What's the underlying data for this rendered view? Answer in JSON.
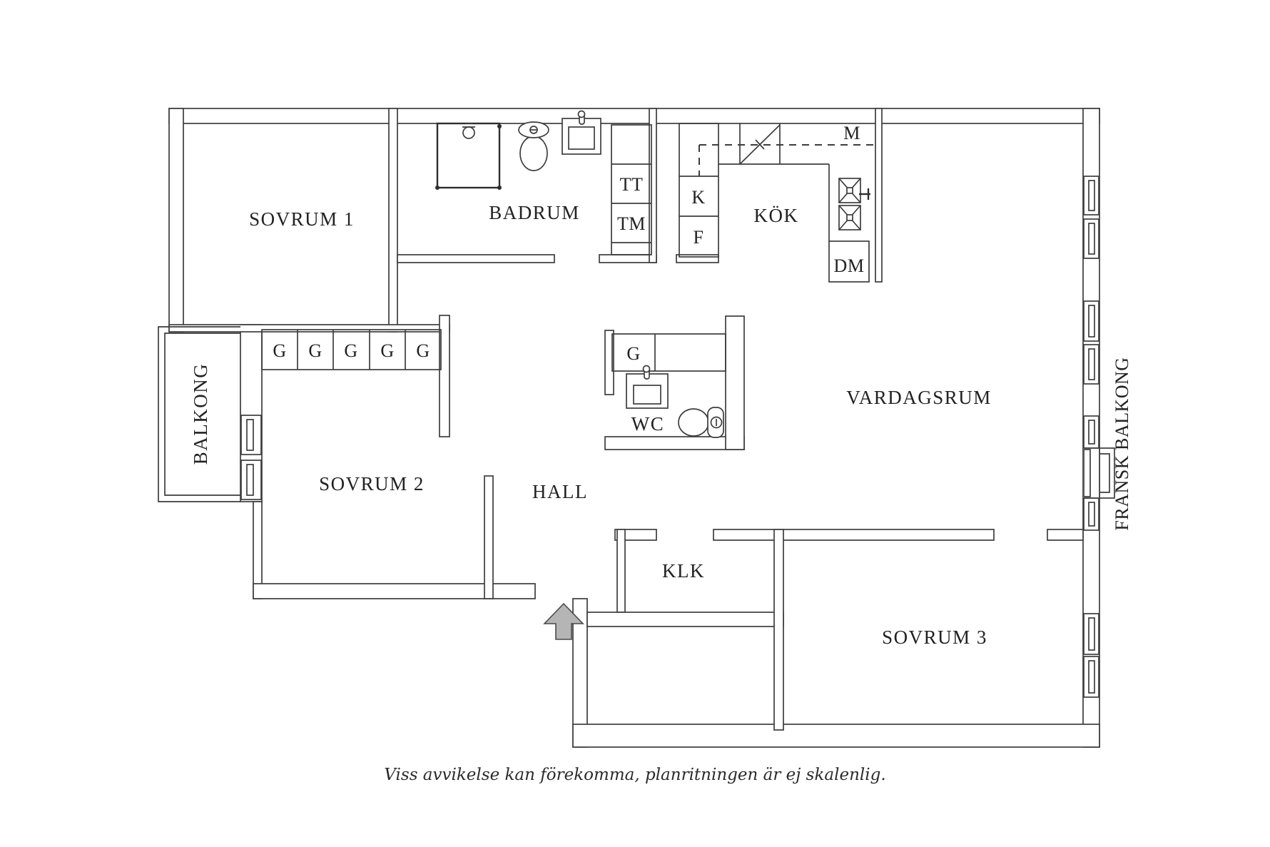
{
  "plan": {
    "rooms": {
      "sovrum1": "SOVRUM 1",
      "badrum": "BADRUM",
      "kok": "KÖK",
      "vardagsrum": "VARDAGSRUM",
      "sovrum2": "SOVRUM 2",
      "hall": "HALL",
      "wc": "WC",
      "klk": "KLK",
      "sovrum3": "SOVRUM 3",
      "balkong": "BALKONG",
      "fransk_balkong": "FRANSK BALKONG"
    },
    "appliances": {
      "tt": "TT",
      "tm": "TM",
      "k": "K",
      "f": "F",
      "m": "M",
      "dm": "DM",
      "wc_closet": "G"
    },
    "wardrobes": [
      "G",
      "G",
      "G",
      "G",
      "G"
    ],
    "disclaimer": "Viss avvikelse kan förekomma, planritningen är ej skalenlig.",
    "colors": {
      "wall_line": "#3d3d3d",
      "text": "#222222",
      "arrow_fill": "#b5b5b5"
    }
  }
}
